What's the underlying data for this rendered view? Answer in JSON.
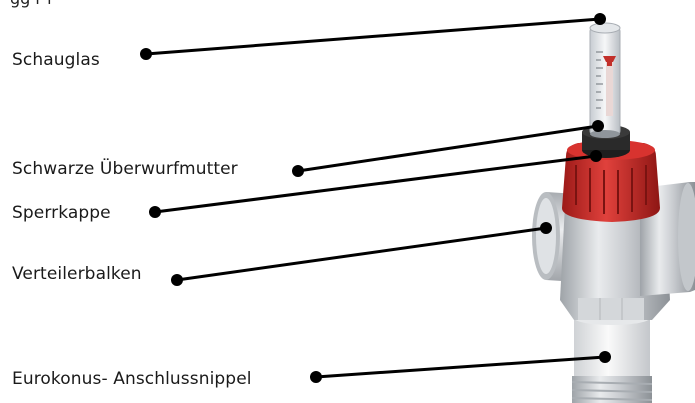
{
  "caption_fragment": "gg  r            l",
  "labels": {
    "schauglas": "Schauglas",
    "ueberwurfmutter": "Schwarze Überwurfmutter",
    "sperrkappe": "Sperrkappe",
    "verteilerbalken": "Verteilerbalken",
    "anschlussnippel": "Eurokonus- Anschlussnippel"
  },
  "colors": {
    "leader": "#000000",
    "cap_red": "#cf2a27",
    "body_metal": "#c8cbcf",
    "nut_black": "#2a2a2a"
  }
}
